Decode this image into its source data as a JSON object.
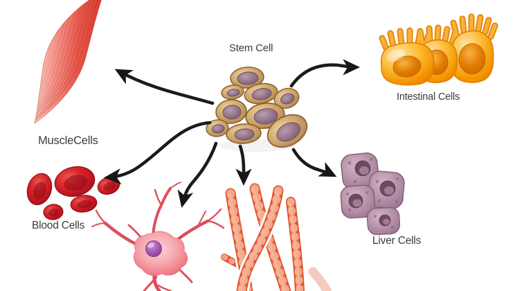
{
  "diagram": {
    "type": "stem-cell-differentiation",
    "labels": {
      "stem_cell": "Stem Cell",
      "muscle_cells": "MuscleCells",
      "intestinal_cells": "Intestinal Cells",
      "blood_cells": "Blood Cells",
      "liver_cells": "Liver Cells"
    },
    "arrows_from_stem_cell_to": [
      "muscle-cells",
      "blood-cells",
      "neuron",
      "muscle-fibers",
      "liver-cells",
      "intestinal-cells"
    ],
    "colors": {
      "background": "#ffffff",
      "arrow": "#1b1b1b",
      "label_text": "#3b3b3b",
      "stem_cell_body": "#cda76a",
      "stem_cell_nucleus": "#94738a",
      "muscle_red": "#e14a3c",
      "intestinal_orange": "#f6a21c",
      "intestinal_nucleus": "#dd7a00",
      "blood_red": "#c1161f",
      "neuron_pink": "#f4a9b0",
      "neuron_nucleus": "#a558ae",
      "fiber_orange_red": "#e0522b",
      "liver_mauve": "#b492a6",
      "liver_nucleus": "#6e4a63"
    }
  }
}
